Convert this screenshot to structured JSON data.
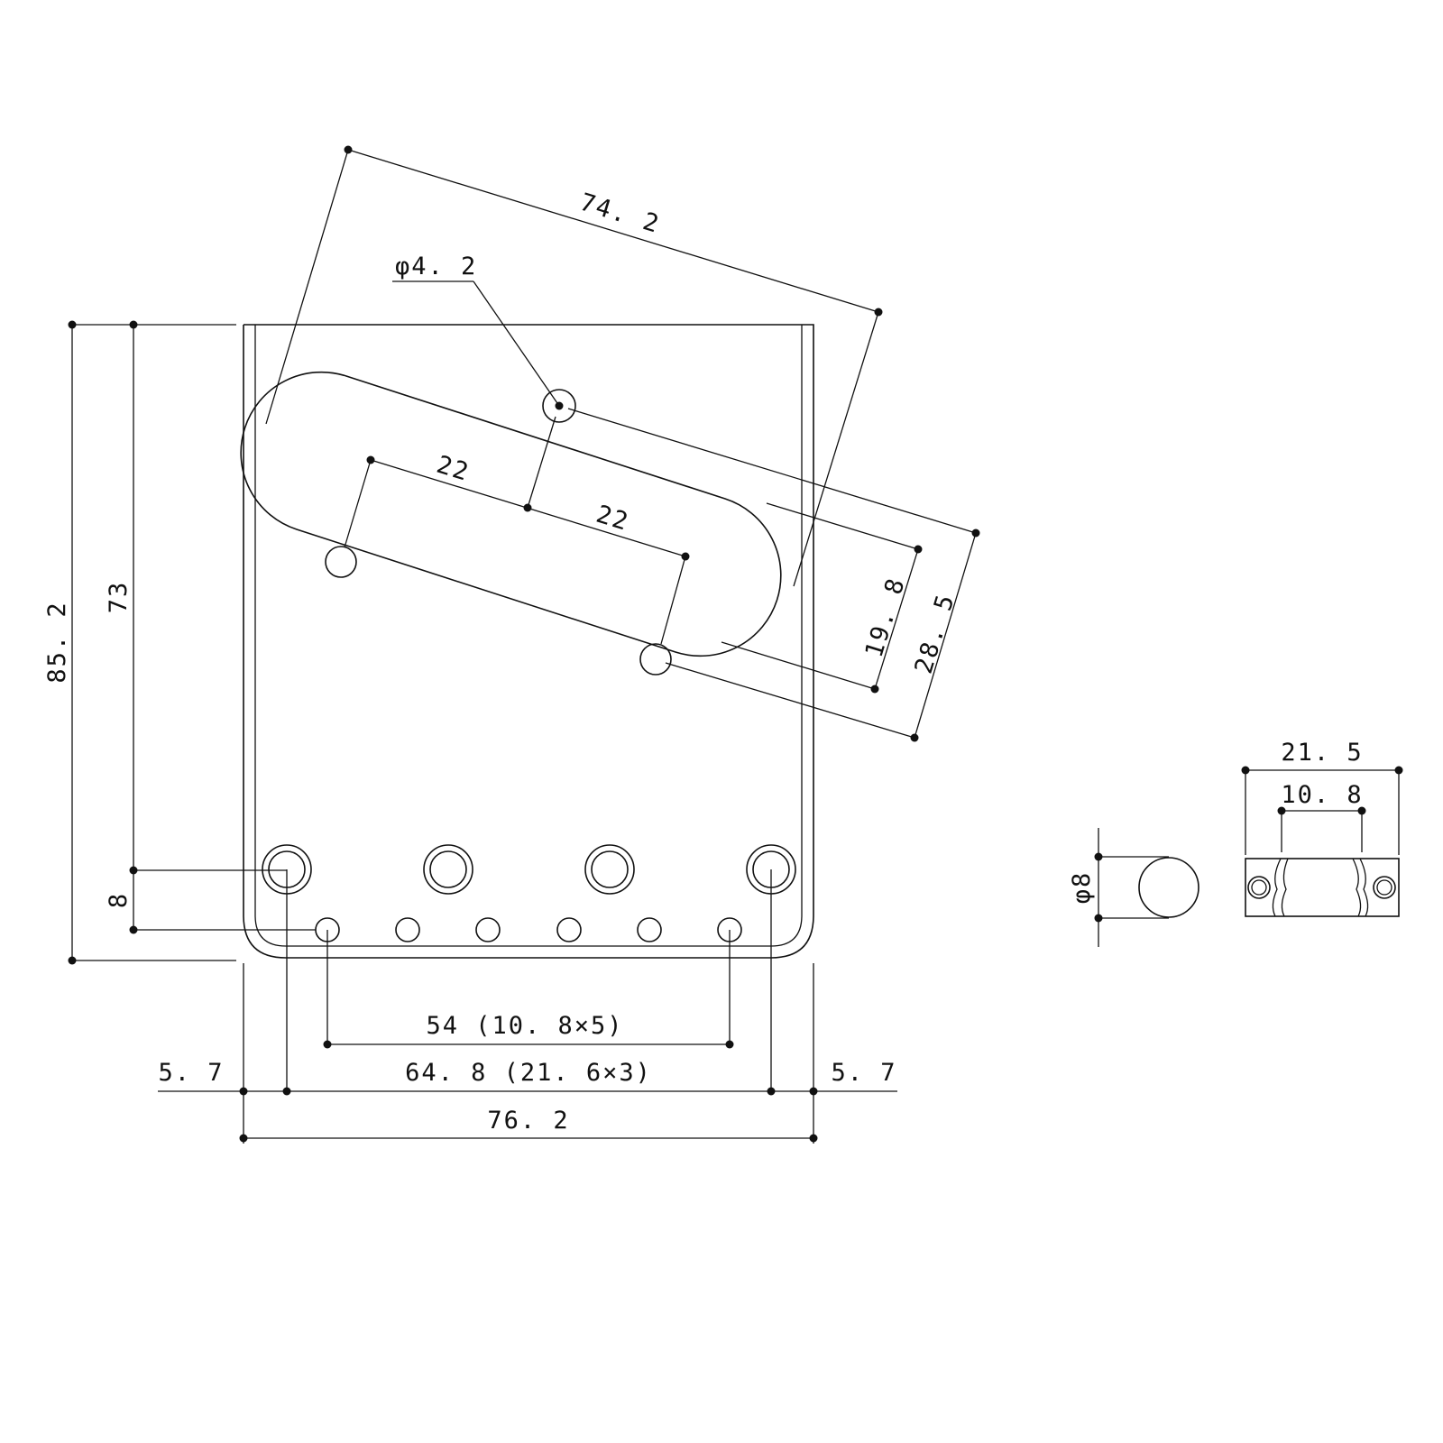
{
  "dimensions": {
    "slot_length": "74. 2",
    "pivot_hole": "φ4. 2",
    "offset_a": "22",
    "offset_b": "22",
    "slot_width_inner": "19. 8",
    "slot_width_outer": "28. 5",
    "total_height": "85. 2",
    "screw_height": "73",
    "hole_row_gap": "8",
    "string_spacing": "54 (10. 8×5)",
    "screw_spacing": "64. 8 (21. 6×3)",
    "edge_left": "5. 7",
    "edge_right": "5. 7",
    "total_width": "76. 2",
    "saddle_length": "21. 5",
    "saddle_center": "10. 8",
    "saddle_diameter": "φ8"
  },
  "colors": {
    "line": "#111111",
    "background": "#ffffff"
  }
}
